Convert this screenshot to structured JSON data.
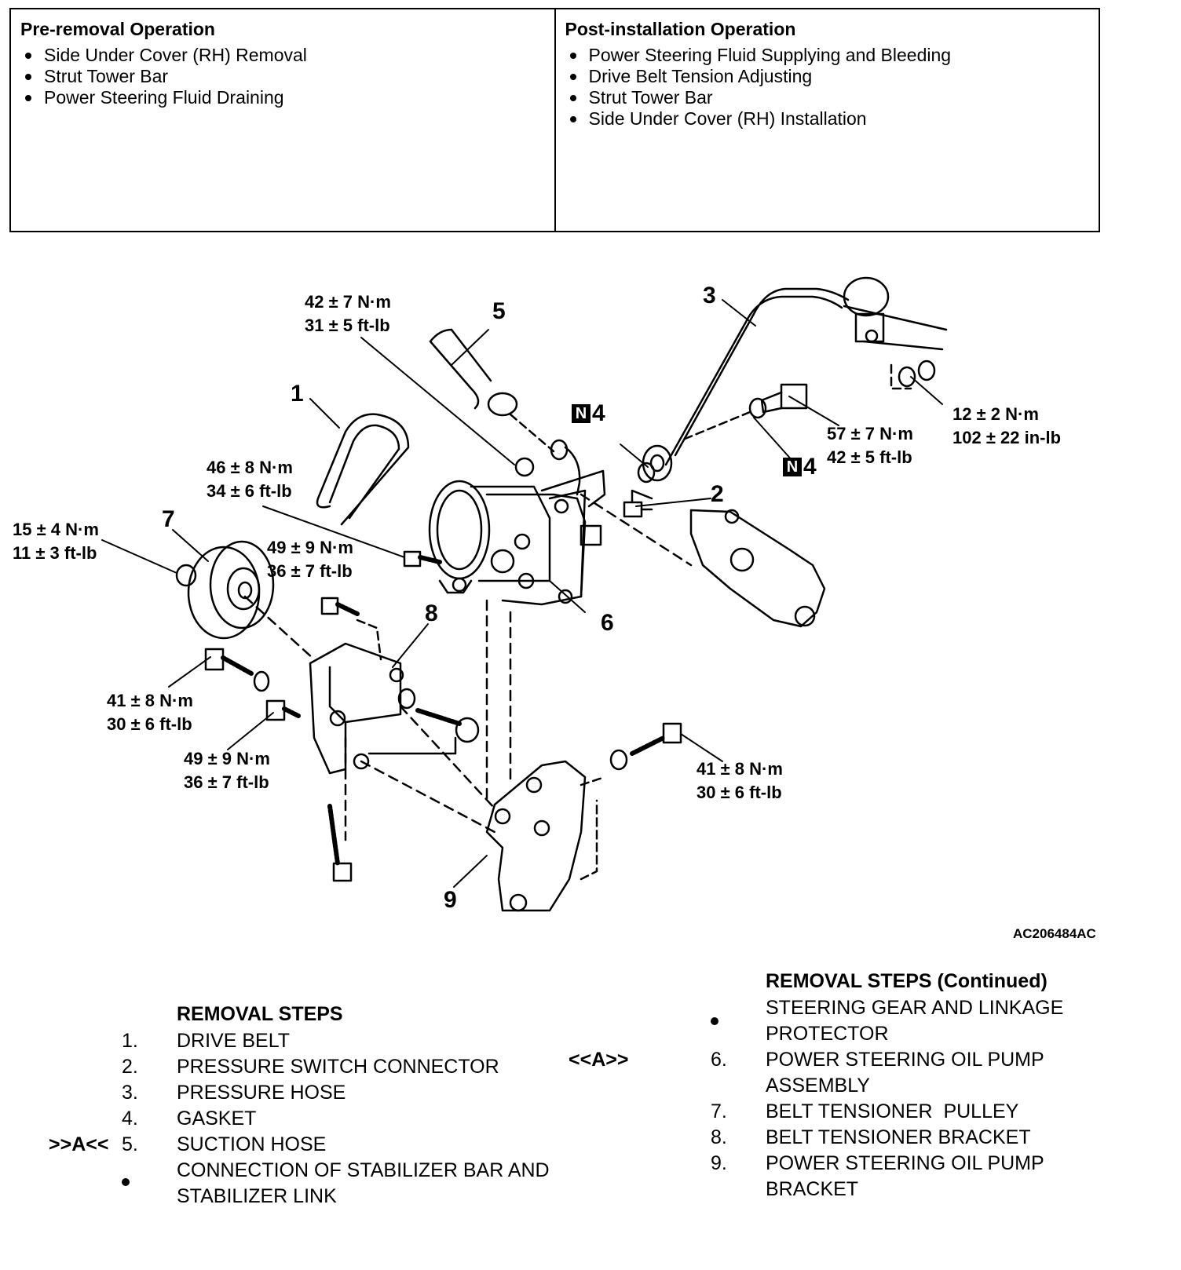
{
  "pre_removal": {
    "title": "Pre-removal Operation",
    "items": [
      "Side Under Cover (RH) Removal",
      "Strut Tower Bar",
      "Power Steering Fluid Draining"
    ]
  },
  "post_installation": {
    "title": "Post-installation Operation",
    "items": [
      "Power Steering Fluid Supplying and Bleeding",
      "Drive Belt Tension Adjusting",
      "Strut Tower Bar",
      "Side Under Cover (RH) Installation"
    ]
  },
  "diagram": {
    "torques": {
      "t_suction": [
        "42 ± 7 N·m",
        "31 ± 5 ft-lb"
      ],
      "t_pump_upper": [
        "46 ± 8 N·m",
        "34 ± 6 ft-lb"
      ],
      "t_tensioner": [
        "15 ± 4 N·m",
        "11 ± 3 ft-lb"
      ],
      "t_pump_mid": [
        "49 ± 9 N·m",
        "36 ± 7 ft-lb"
      ],
      "t_pressure": [
        "57 ± 7 N·m",
        "42 ± 5 ft-lb"
      ],
      "t_stab": [
        "12 ± 2 N·m",
        "102 ± 22 in-lb"
      ],
      "t_bracket_left": [
        "41 ± 8 N·m",
        "30 ± 6 ft-lb"
      ],
      "t_bracket_lower": [
        "49 ± 9 N·m",
        "36 ± 7 ft-lb"
      ],
      "t_bracket_right": [
        "41 ± 8 N·m",
        "30 ± 6 ft-lb"
      ]
    },
    "callouts": {
      "c1": "1",
      "c2": "2",
      "c3": "3",
      "c5": "5",
      "c6": "6",
      "c7": "7",
      "c8": "8",
      "c9": "9"
    },
    "n4_box": "N",
    "n4_num": "4",
    "figure_code": "AC206484AC"
  },
  "removal_steps": {
    "title": "REMOVAL STEPS",
    "steps": [
      {
        "mark": "",
        "no": "1.",
        "text": "DRIVE BELT"
      },
      {
        "mark": "",
        "no": "2.",
        "text": "PRESSURE SWITCH CONNECTOR"
      },
      {
        "mark": "",
        "no": "3.",
        "text": "PRESSURE HOSE"
      },
      {
        "mark": "",
        "no": "4.",
        "text": "GASKET"
      },
      {
        "mark": ">>A<<",
        "no": "5.",
        "text": "SUCTION HOSE"
      },
      {
        "mark": "",
        "no": "",
        "text": "CONNECTION OF STABILIZER BAR AND STABILIZER LINK"
      }
    ]
  },
  "removal_steps_cont": {
    "title": "REMOVAL STEPS (Continued)",
    "steps": [
      {
        "mark": "",
        "no": "",
        "text": "STEERING GEAR AND LINKAGE PROTECTOR"
      },
      {
        "mark": "<<A>>",
        "no": "6.",
        "text": "POWER STEERING OIL PUMP ASSEMBLY"
      },
      {
        "mark": "",
        "no": "7.",
        "text": "BELT TENSIONER  PULLEY"
      },
      {
        "mark": "",
        "no": "8.",
        "text": "BELT TENSIONER BRACKET"
      },
      {
        "mark": "",
        "no": "9.",
        "text": "POWER STEERING OIL PUMP BRACKET"
      }
    ]
  }
}
